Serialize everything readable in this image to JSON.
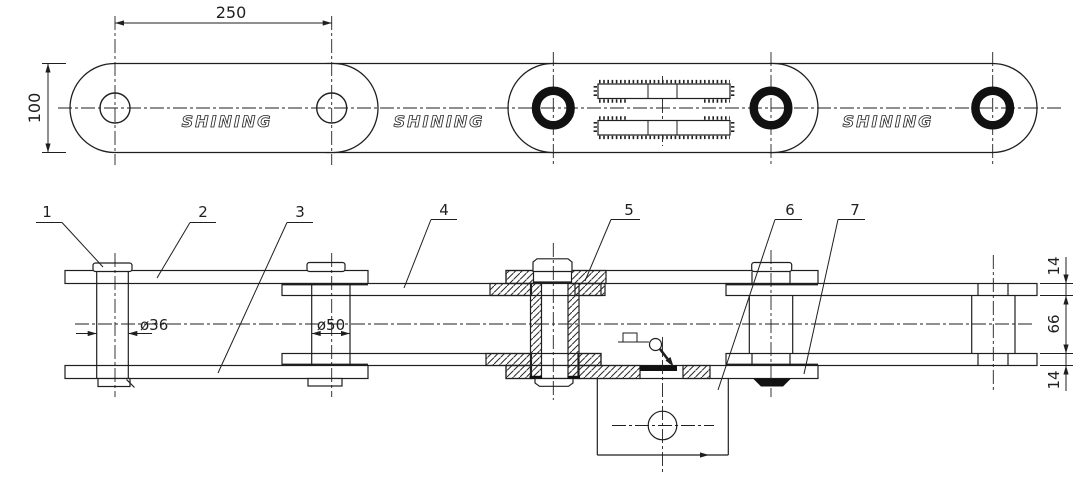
{
  "title": "SHINING conveyor chain engineering drawing",
  "colors": {
    "background": "#ffffff",
    "line": "#1f1f1f"
  },
  "top_view": {
    "dim_pitch": "250",
    "dim_plate_height": "100",
    "logos": [
      "SHINING",
      "SHINING",
      "SHINING"
    ]
  },
  "plan_view": {
    "part_labels": [
      "1",
      "2",
      "3",
      "4",
      "5",
      "6",
      "7"
    ],
    "dim_pin_diameter": "ø36",
    "dim_bushing_diameter": "ø50",
    "dim_plate_thickness_top": "14",
    "dim_inner_width": "66",
    "dim_plate_thickness_bottom": "14"
  }
}
